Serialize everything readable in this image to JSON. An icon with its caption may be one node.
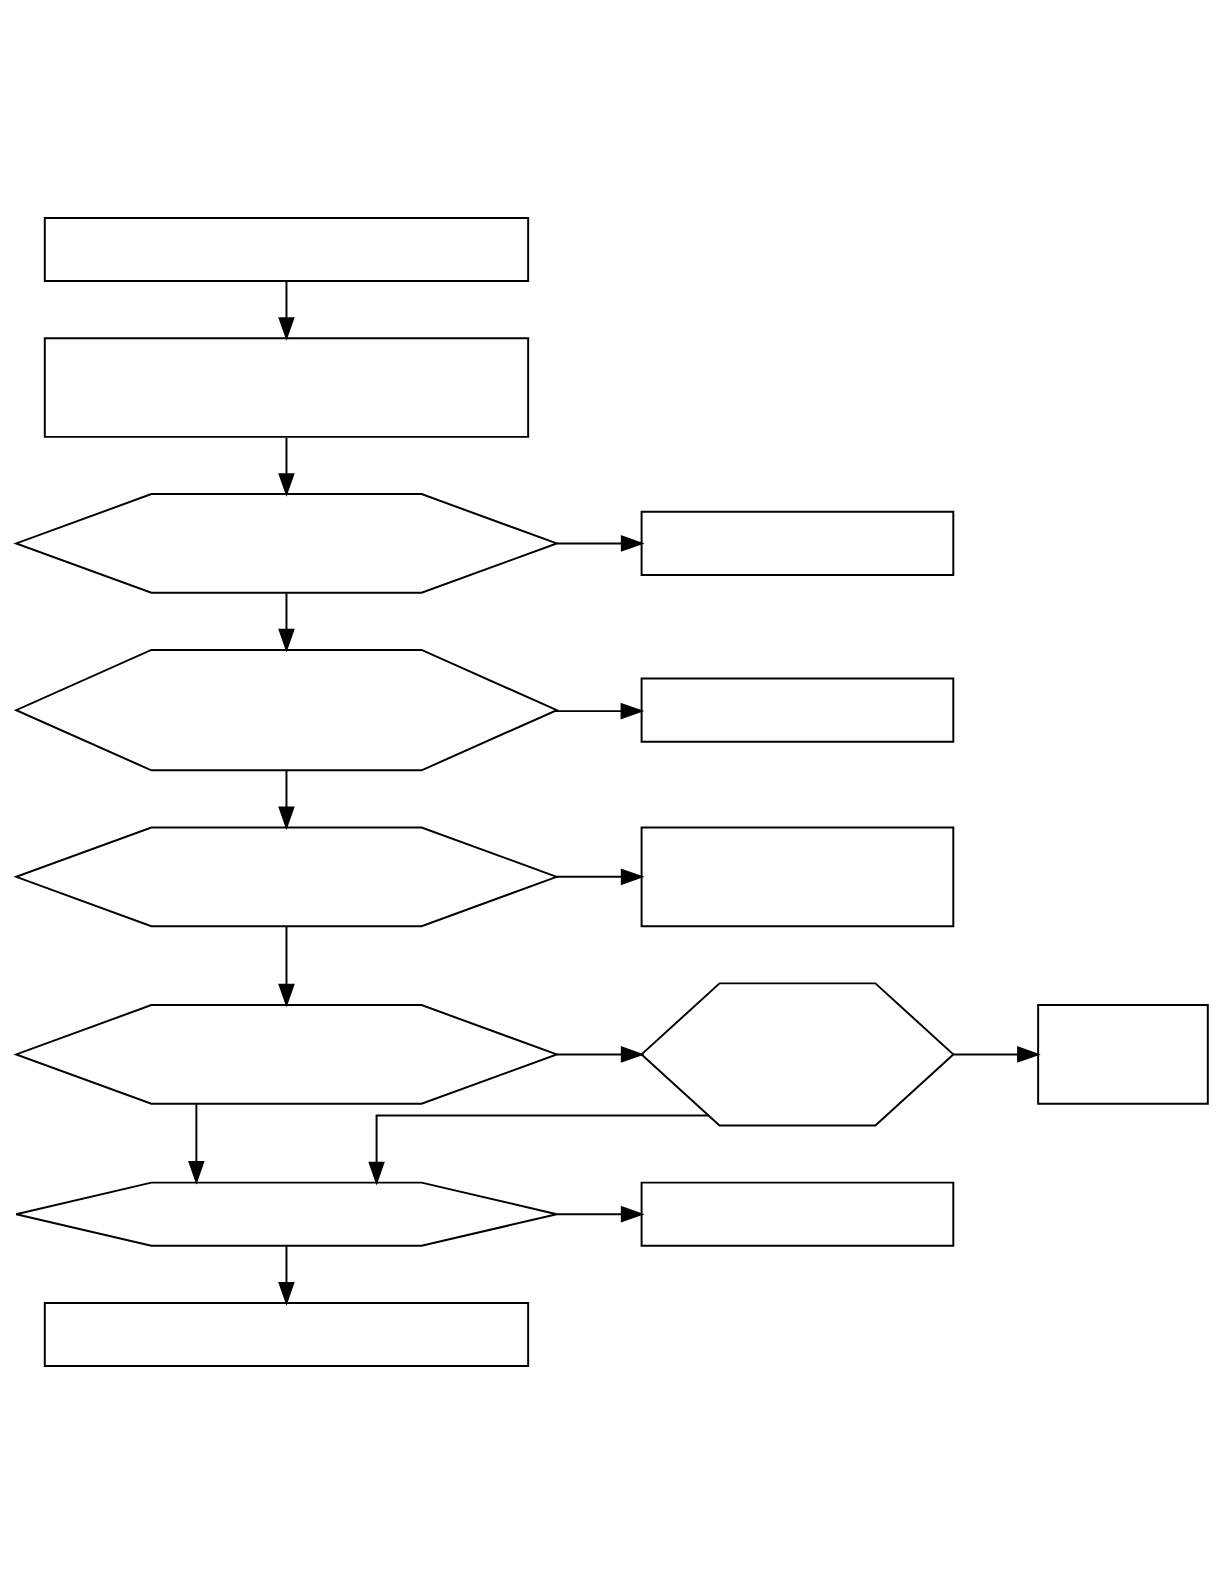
{
  "diagram": {
    "nodes": [
      {
        "text": [],
        "shape": "box"
      },
      {
        "text": [],
        "shape": "box"
      },
      {
        "text": [],
        "shape": "hexagon"
      },
      {
        "text": [],
        "shape": "box"
      },
      {
        "text": [],
        "shape": "hexagon"
      },
      {
        "text": [],
        "shape": "box"
      },
      {
        "text": [],
        "shape": "hexagon"
      },
      {
        "text": [],
        "shape": "box"
      },
      {
        "text": [],
        "shape": "hexagon"
      },
      {
        "text": [],
        "shape": "hexagon"
      },
      {
        "text": [],
        "shape": "box"
      },
      {
        "text": [],
        "shape": "hexagon"
      },
      {
        "text": [],
        "shape": "box"
      },
      {
        "text": [],
        "shape": "box"
      }
    ],
    "edges": [
      {
        "from": 0,
        "to": 1,
        "arrow": "to"
      },
      {
        "from": 1,
        "to": 2,
        "arrow": "to"
      },
      {
        "from": 2,
        "to": 3,
        "arrow": "to"
      },
      {
        "from": 2,
        "to": 4,
        "arrow": "to"
      },
      {
        "from": 4,
        "to": 5,
        "arrow": "to"
      },
      {
        "from": 4,
        "to": 6,
        "arrow": "to"
      },
      {
        "from": 6,
        "to": 7,
        "arrow": "to"
      },
      {
        "from": 6,
        "to": 8,
        "arrow": "to"
      },
      {
        "from": 8,
        "to": 9,
        "arrow": "to"
      },
      {
        "from": 9,
        "to": 10,
        "arrow": "to"
      },
      {
        "from": 8,
        "to": 11,
        "arrow": "to"
      },
      {
        "from": 9,
        "to": 11,
        "arrow": "to"
      },
      {
        "from": 11,
        "to": 12,
        "arrow": "to"
      },
      {
        "from": 11,
        "to": 13,
        "arrow": "to"
      }
    ]
  }
}
